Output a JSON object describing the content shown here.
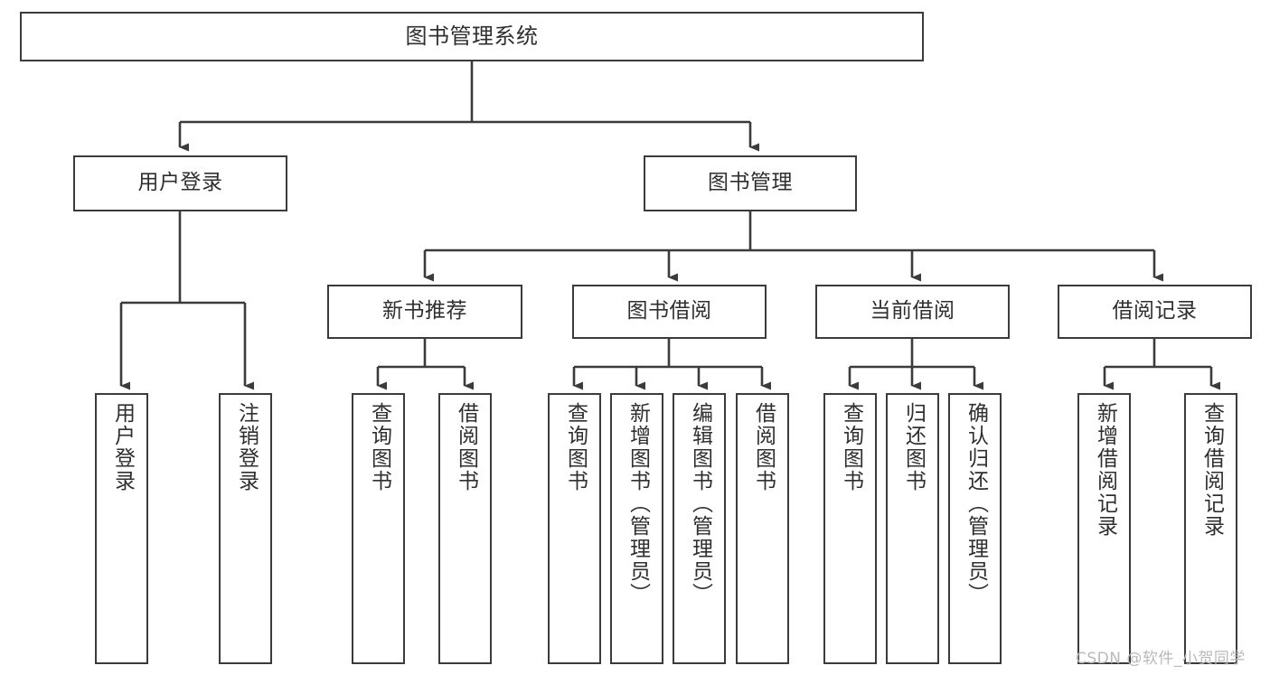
{
  "diagram": {
    "type": "tree-hierarchy",
    "title": "图书管理系统",
    "root": {
      "id": "root",
      "label": "图书管理系统",
      "orientation": "horizontal"
    },
    "level2": [
      {
        "id": "user-login",
        "label": "用户登录",
        "orientation": "horizontal"
      },
      {
        "id": "book-management",
        "label": "图书管理",
        "orientation": "horizontal"
      }
    ],
    "level3": [
      {
        "id": "new-book-recommend",
        "label": "新书推荐",
        "orientation": "horizontal",
        "parent": "book-management"
      },
      {
        "id": "book-borrow",
        "label": "图书借阅",
        "orientation": "horizontal",
        "parent": "book-management"
      },
      {
        "id": "current-borrow",
        "label": "当前借阅",
        "orientation": "horizontal",
        "parent": "book-management"
      },
      {
        "id": "borrow-record",
        "label": "借阅记录",
        "orientation": "horizontal",
        "parent": "book-management"
      }
    ],
    "leaves": [
      {
        "id": "leaf-user-login",
        "label": "用户登录",
        "parent": "user-login"
      },
      {
        "id": "leaf-user-logout",
        "label": "注销登录",
        "parent": "user-login"
      },
      {
        "id": "leaf-query-book-1",
        "label": "查询图书",
        "parent": "new-book-recommend"
      },
      {
        "id": "leaf-borrow-book-1",
        "label": "借阅图书",
        "parent": "new-book-recommend"
      },
      {
        "id": "leaf-query-book-2",
        "label": "查询图书",
        "parent": "book-borrow"
      },
      {
        "id": "leaf-add-book",
        "label": "新增图书（管理员）",
        "parent": "book-borrow"
      },
      {
        "id": "leaf-edit-book",
        "label": "编辑图书（管理员）",
        "parent": "book-borrow"
      },
      {
        "id": "leaf-borrow-book-2",
        "label": "借阅图书",
        "parent": "book-borrow"
      },
      {
        "id": "leaf-query-book-3",
        "label": "查询图书",
        "parent": "current-borrow"
      },
      {
        "id": "leaf-return-book",
        "label": "归还图书",
        "parent": "current-borrow"
      },
      {
        "id": "leaf-confirm-return",
        "label": "确认归还（管理员）",
        "parent": "current-borrow"
      },
      {
        "id": "leaf-add-record",
        "label": "新增借阅记录",
        "parent": "borrow-record"
      },
      {
        "id": "leaf-query-record",
        "label": "查询借阅记录",
        "parent": "borrow-record"
      }
    ],
    "watermark": "CSDN @软件_小贺同学",
    "colors": {
      "stroke": "#3b3b3b",
      "background": "#ffffff",
      "text": "#2f2f2f",
      "watermark": "#b9b9b9"
    }
  }
}
